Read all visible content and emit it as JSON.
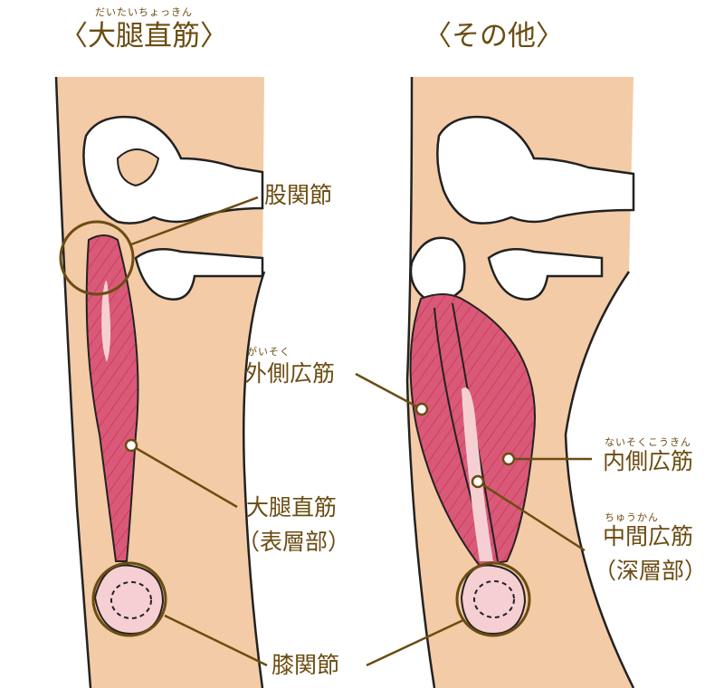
{
  "left_panel": {
    "title": "〈大腿直筋〉",
    "title_ruby": "だいたいちょっきん",
    "labels": {
      "hip_joint": "股関節",
      "rectus_femoris": "大腿直筋",
      "rectus_femoris_note": "（表層部）",
      "knee_joint": "膝関節"
    }
  },
  "right_panel": {
    "title": "〈その他〉",
    "labels": {
      "vastus_lateralis": "外側広筋",
      "vastus_lateralis_ruby": "がいそく",
      "vastus_medialis": "内側広筋",
      "vastus_medialis_ruby": "ないそくこうきん",
      "vastus_intermedius": "中間広筋",
      "vastus_intermedius_ruby": "ちゅうかん",
      "vastus_intermedius_note": "（深層部）"
    }
  },
  "colors": {
    "text": "#6b4c12",
    "skin": "#f3cba6",
    "muscle": "#d95a78",
    "fiber": "#c8123f",
    "tendon": "#f6cfd3"
  }
}
